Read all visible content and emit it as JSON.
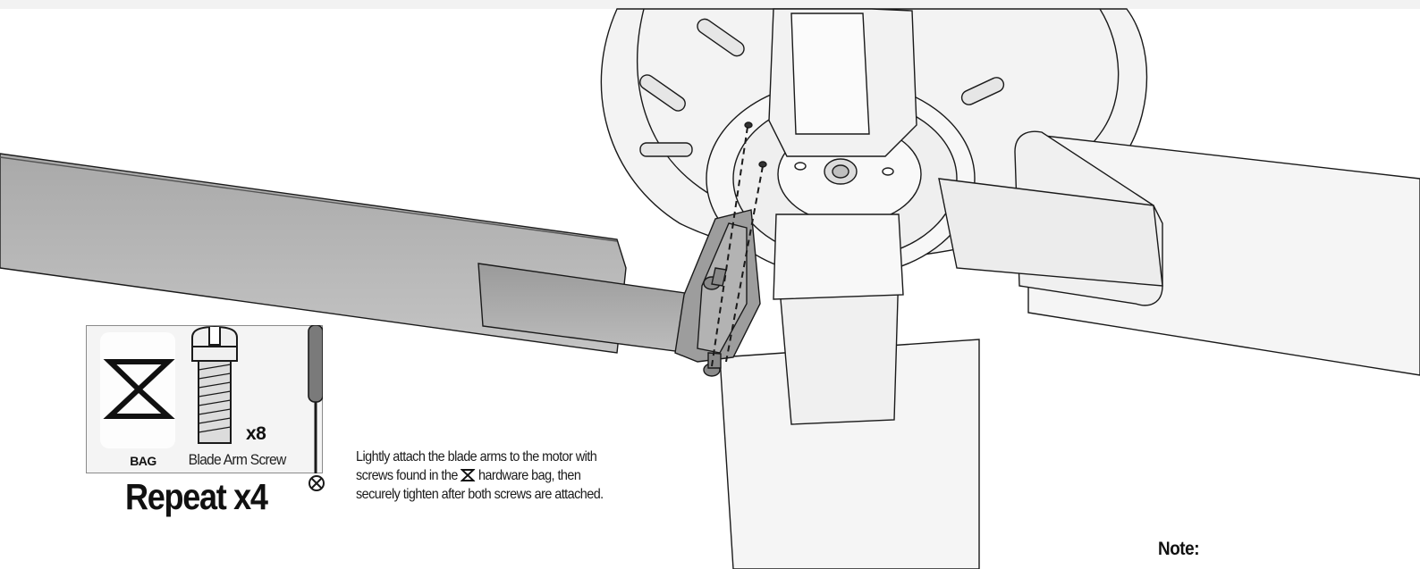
{
  "hardware": {
    "bag_label": "BAG",
    "screw_name": "Blade Arm Screw",
    "quantity": "x8",
    "bag_icon": "hourglass-bag-icon",
    "tool_icon": "screwdriver-icon",
    "bit_icon": "phillips-head-icon"
  },
  "repeat_label": "Repeat x4",
  "instruction": {
    "line1": "Lightly attach the blade arms to the motor with",
    "line2_before_icon": "screws found in the",
    "line2_after_icon": "hardware bag, then",
    "line3": "securely tighten after both screws are attached."
  },
  "note_label": "Note:",
  "colors": {
    "blade_fill": "#b8b8b8",
    "housing_fill": "#f0f0f0",
    "line": "#1a1a1a",
    "panel_bg": "#f4f4f4"
  }
}
